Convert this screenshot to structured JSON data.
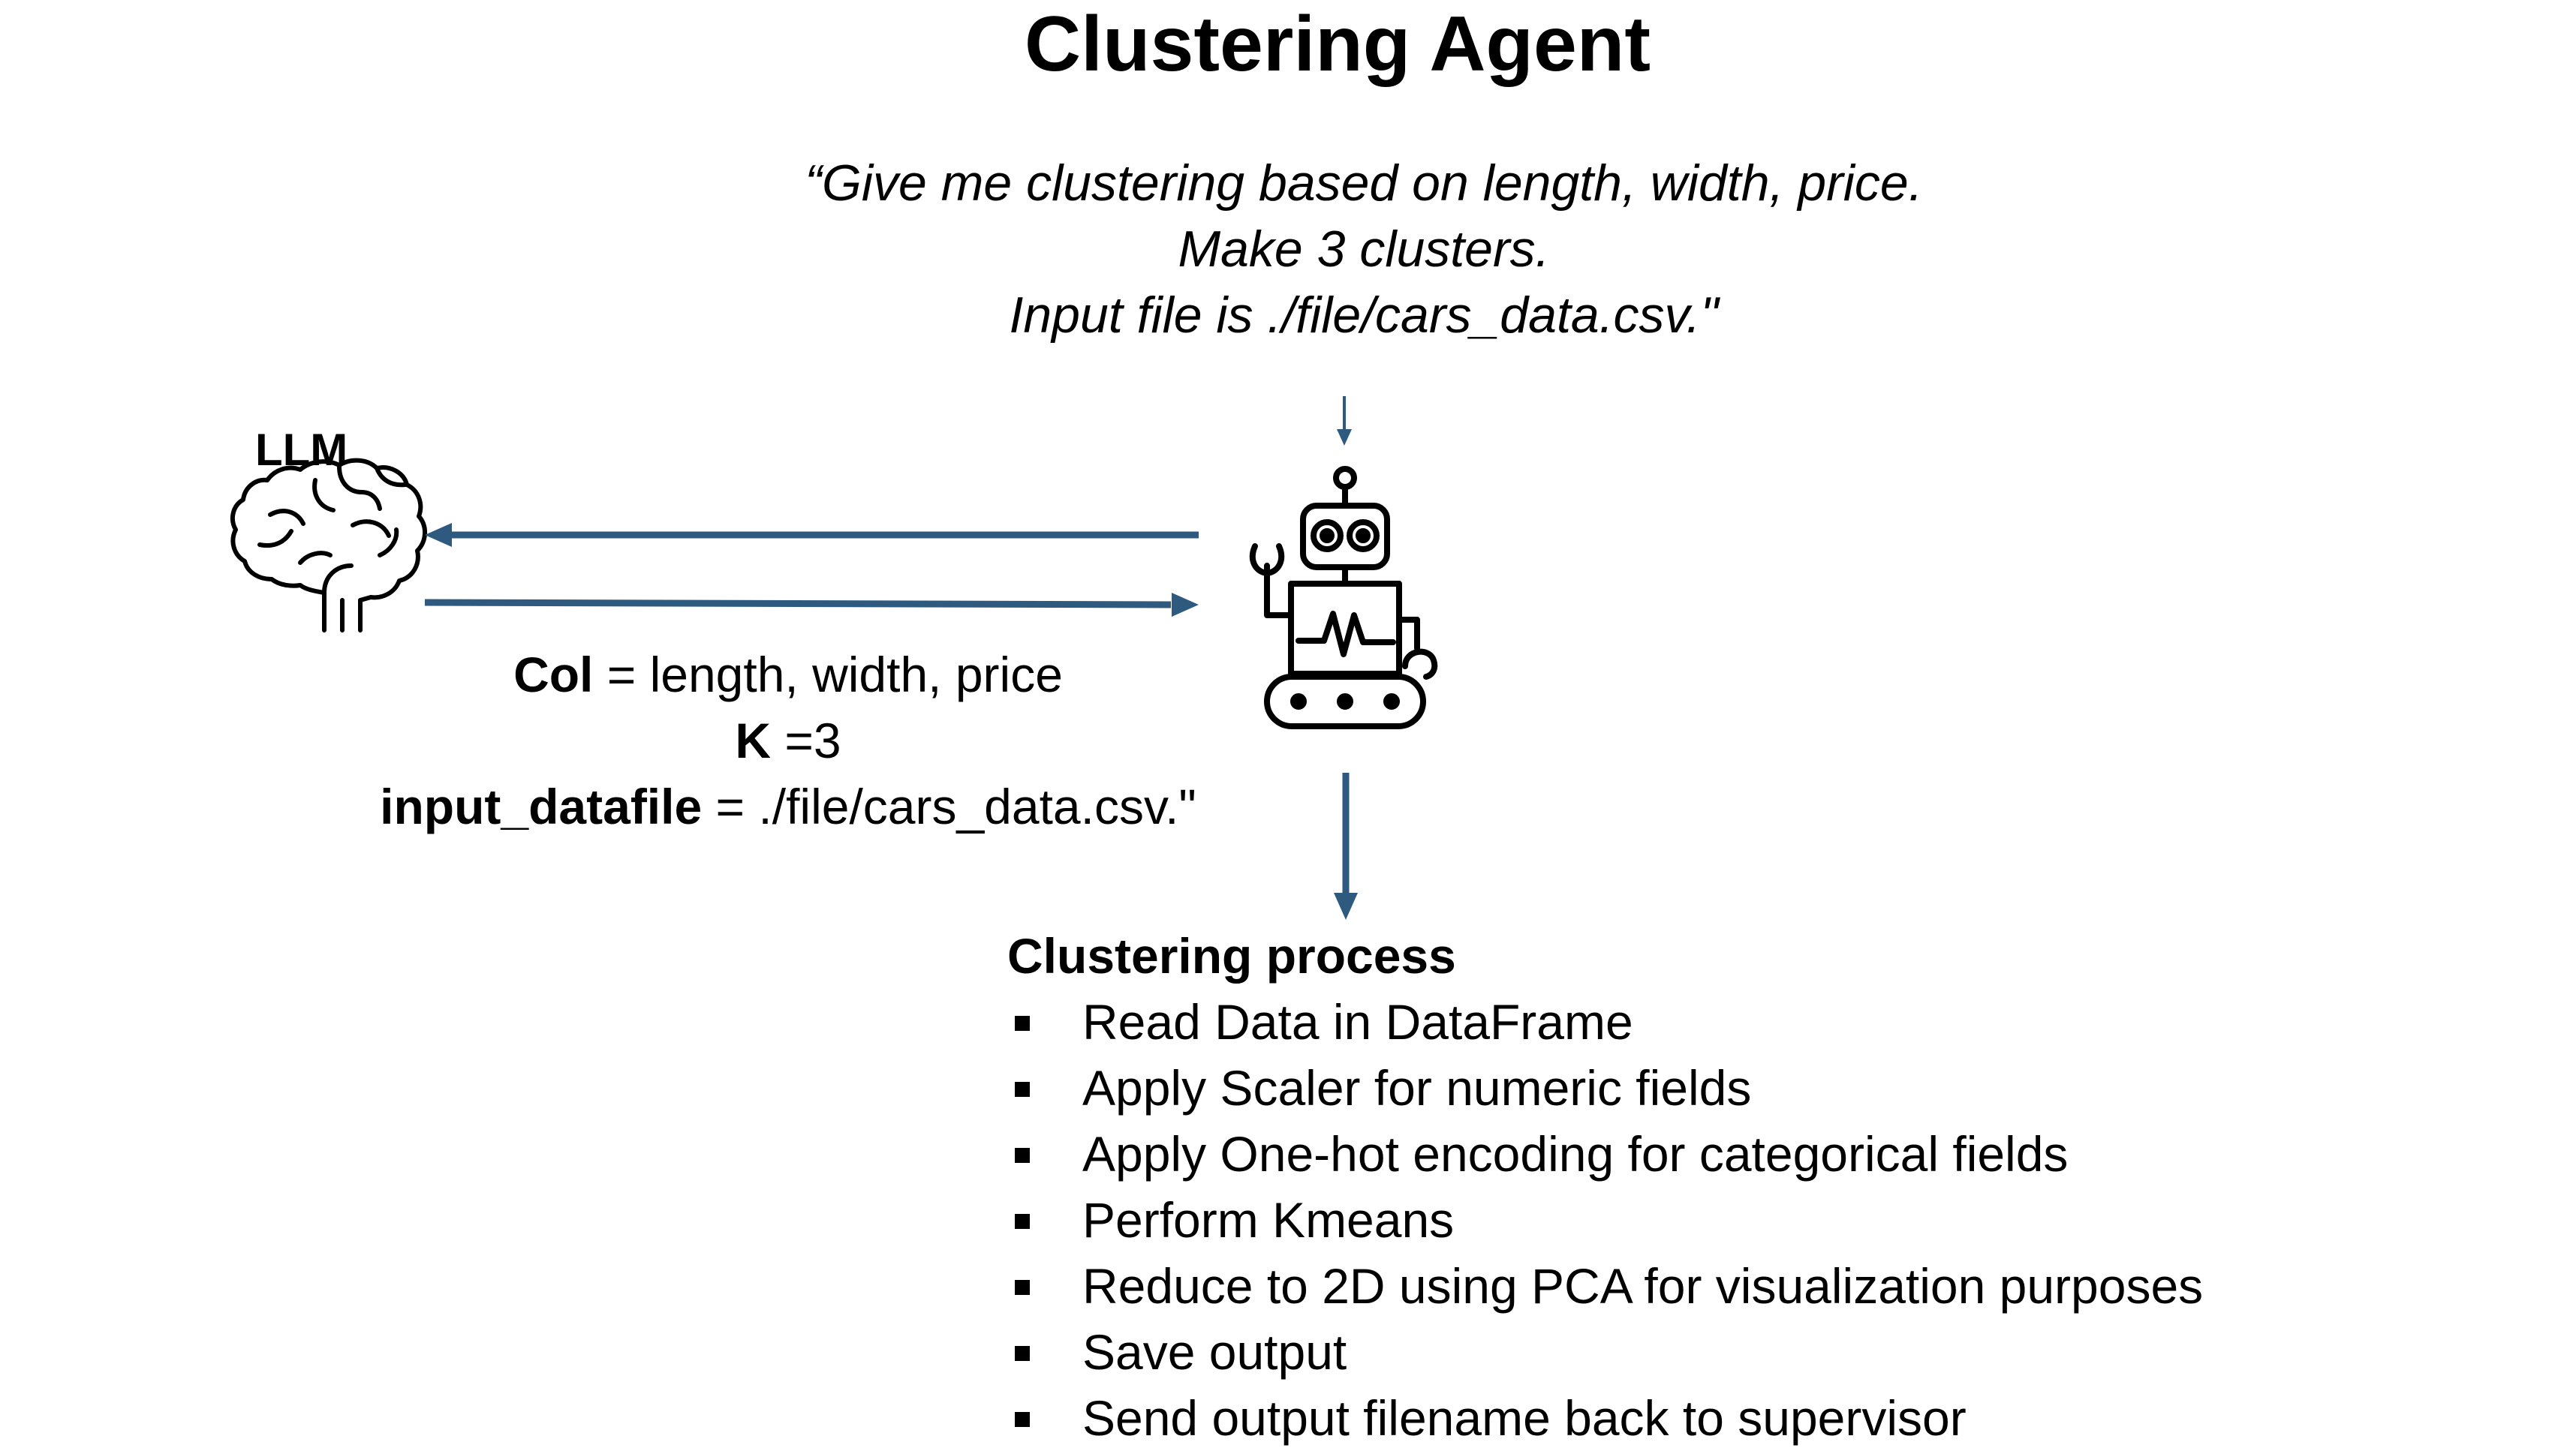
{
  "title": "Clustering Agent",
  "query": {
    "line1": "“Give me clustering based on length, width, price.",
    "line2": "Make 3 clusters.",
    "line3": "Input file is ./file/cars_data.csv.\""
  },
  "llm": {
    "label": "LLM",
    "icon": "brain-icon"
  },
  "agent": {
    "icon": "robot-icon"
  },
  "params": {
    "col_key": "Col",
    "col_value": " =  length, width, price",
    "k_key": "K",
    "k_value": " =3",
    "file_key": "input_datafile",
    "file_value": " = ./file/cars_data.csv.\""
  },
  "process": {
    "title": "Clustering process",
    "steps": [
      "Read Data in DataFrame",
      "Apply Scaler for numeric fields",
      "Apply One-hot encoding for categorical fields",
      "Perform Kmeans",
      "Reduce to 2D using PCA for visualization purposes",
      "Save output",
      "Send output filename back to supervisor"
    ]
  },
  "colors": {
    "arrow": "#2e5a80",
    "text": "#000000"
  }
}
